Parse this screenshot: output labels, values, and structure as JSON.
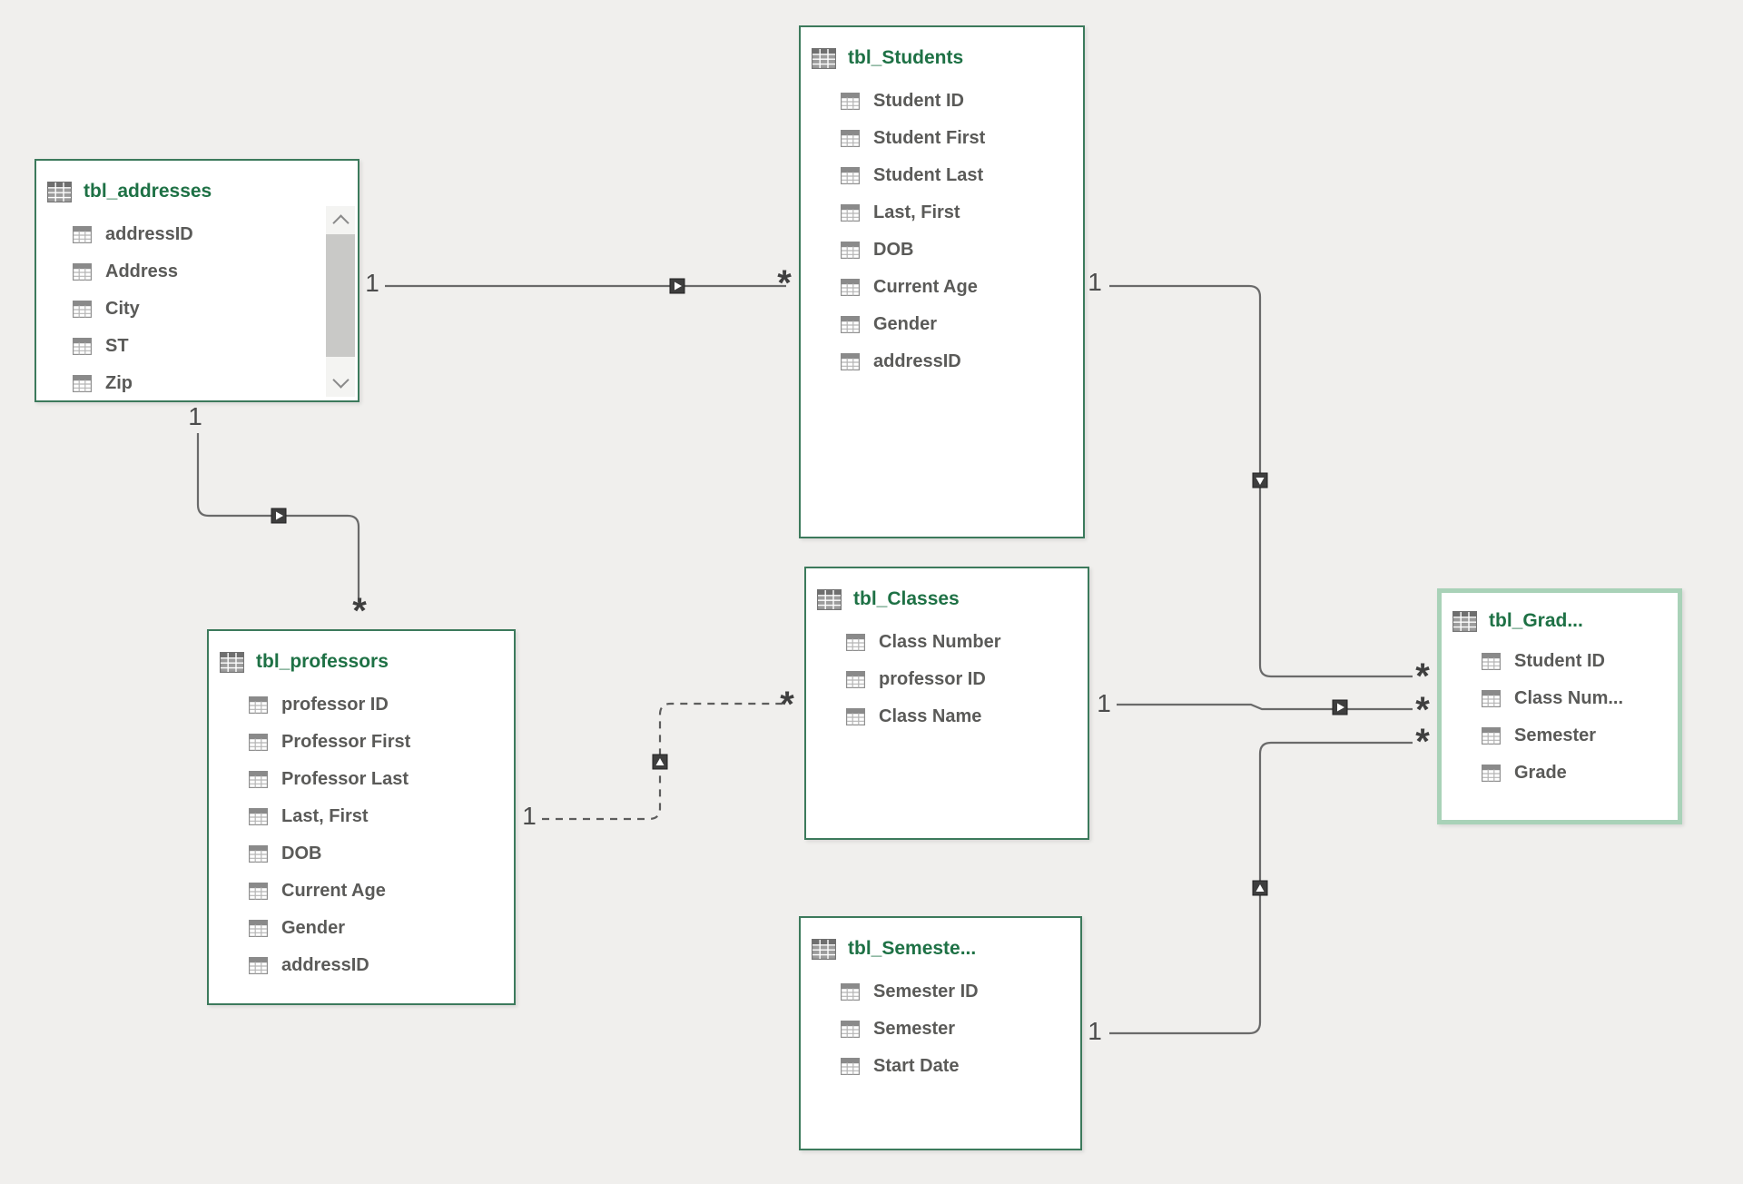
{
  "app": {
    "view": "data-model-diagram",
    "background_color": "#f0efed",
    "table_header_color": "#1e7145",
    "table_border_color": "#3c7a5c",
    "selected_border_color": "#a9d2b8",
    "field_text_color": "#5a5a58",
    "relationship_line_color": "#6a6a6a"
  },
  "tables": [
    {
      "name": "tbl_addresses",
      "fields": [
        "addressID",
        "Address",
        "City",
        "ST",
        "Zip"
      ],
      "selected": false,
      "has_scrollbar": true
    },
    {
      "name": "tbl_Students",
      "fields": [
        "Student ID",
        "Student First",
        "Student Last",
        "Last, First",
        "DOB",
        "Current Age",
        "Gender",
        "addressID"
      ],
      "selected": false,
      "has_scrollbar": false
    },
    {
      "name": "tbl_professors",
      "fields": [
        "professor ID",
        "Professor First",
        "Professor Last",
        "Last, First",
        "DOB",
        "Current Age",
        "Gender",
        "addressID"
      ],
      "selected": false,
      "has_scrollbar": false
    },
    {
      "name": "tbl_Classes",
      "fields": [
        "Class Number",
        "professor ID",
        "Class Name"
      ],
      "selected": false,
      "has_scrollbar": false
    },
    {
      "name": "tbl_Semeste...",
      "fields": [
        "Semester ID",
        "Semester",
        "Start Date"
      ],
      "selected": false,
      "has_scrollbar": false
    },
    {
      "name": "tbl_Grad...",
      "fields": [
        "Student ID",
        "Class Num...",
        "Semester",
        "Grade"
      ],
      "selected": true,
      "has_scrollbar": false
    }
  ],
  "relationships": [
    {
      "from": "tbl_addresses",
      "to": "tbl_Students",
      "one": "1",
      "many": "*",
      "line_style": "solid"
    },
    {
      "from": "tbl_addresses",
      "to": "tbl_professors",
      "one": "1",
      "many": "*",
      "line_style": "solid"
    },
    {
      "from": "tbl_Students",
      "to": "tbl_Grad...",
      "one": "1",
      "many": "*",
      "line_style": "solid"
    },
    {
      "from": "tbl_Classes",
      "to": "tbl_Grad...",
      "one": "1",
      "many": "*",
      "line_style": "solid"
    },
    {
      "from": "tbl_Semeste...",
      "to": "tbl_Grad...",
      "one": "1",
      "many": "*",
      "line_style": "solid"
    },
    {
      "from": "tbl_professors",
      "to": "tbl_Classes",
      "one": "1",
      "many": "*",
      "line_style": "dashed"
    }
  ]
}
